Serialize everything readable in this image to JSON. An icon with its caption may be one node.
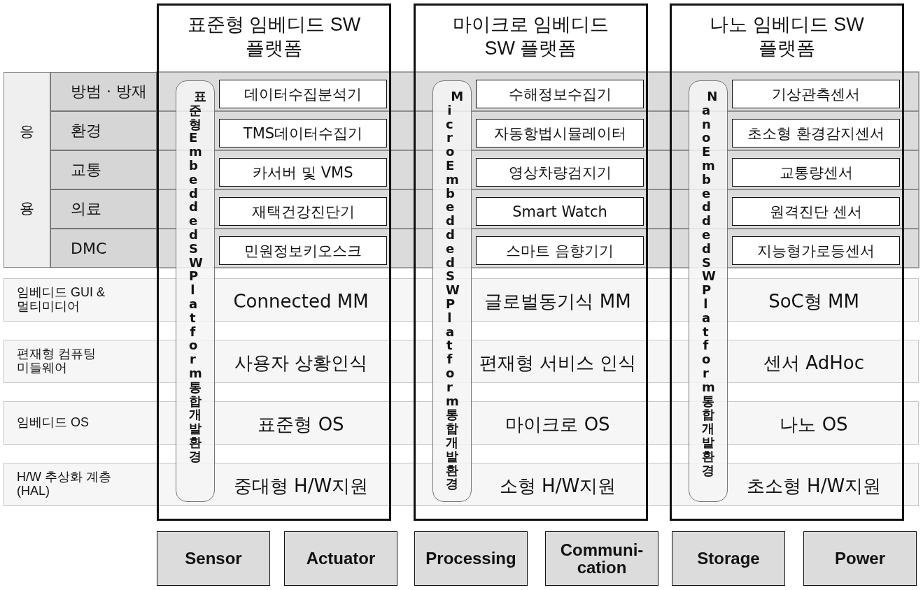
{
  "diagram": {
    "nodes": [
      {
        "text": [
          "표준형 임베디드 SW 플랫폼"
        ]
      },
      {
        "text": [
          "표준형 Embedded SW Platform 통합개발환경"
        ],
        "in": 0
      },
      {
        "text": [
          "데이터수집분석기"
        ],
        "in": 0
      },
      {
        "text": [
          "TMS데이터수집기"
        ],
        "in": 0
      },
      {
        "text": [
          "카서버 및 VMS"
        ],
        "in": 0
      },
      {
        "text": [
          "재택건강진단기"
        ],
        "in": 0
      },
      {
        "text": [
          "민원정보키오스크"
        ],
        "in": 0
      },
      {
        "text": [
          "마이크로 임베디드 SW 플랫폼"
        ]
      },
      {
        "text": [
          "Micro Embedded SW Platform 통합개발환경"
        ],
        "in": 7
      },
      {
        "text": [
          "수해정보수집기"
        ],
        "in": 7
      },
      {
        "text": [
          "자동항법시뮬레이터"
        ],
        "in": 7
      },
      {
        "text": [
          "영상차량검지기"
        ],
        "in": 7
      },
      {
        "text": [
          "Smart Watch"
        ],
        "in": 7
      },
      {
        "text": [
          "스마트 음향기기"
        ],
        "in": 7
      },
      {
        "text": [
          "나노 임베디드 SW 플랫폼"
        ]
      },
      {
        "text": [
          "Nano Embedded SW Platform 통합개발환경"
        ],
        "in": 14
      },
      {
        "text": [
          "기상관측센서"
        ],
        "in": 14
      },
      {
        "text": [
          "초소형 환경감지센서"
        ],
        "in": 14
      },
      {
        "text": [
          "교통량센서"
        ],
        "in": 14
      },
      {
        "text": [
          "원격진단 센서"
        ],
        "in": 14
      },
      {
        "text": [
          "지능형가로등센서"
        ],
        "in": 14
      },
      {
        "text": [
          "응용"
        ]
      },
      {
        "text": [
          "방범 · 방재"
        ]
      },
      {
        "text": [
          "환경"
        ]
      },
      {
        "text": [
          "교통"
        ]
      },
      {
        "text": [
          "의료"
        ]
      },
      {
        "text": [
          "DMC"
        ]
      },
      {
        "text": [
          "임베디드 GUI & 멀티미디어"
        ]
      },
      {
        "text": [
          "편재형 컴퓨팅 미들웨어"
        ]
      },
      {
        "text": [
          "임베디드 OS"
        ]
      },
      {
        "text": [
          "H/W 추상화 계층 (HAL)"
        ]
      },
      {
        "text": [
          "Sensor"
        ]
      },
      {
        "text": [
          "Actuator"
        ]
      },
      {
        "text": [
          "Processing"
        ]
      },
      {
        "text": [
          "Communi-cation"
        ]
      },
      {
        "text": [
          "Storage"
        ]
      },
      {
        "text": [
          "Power"
        ]
      }
    ],
    "labels": [
      "Connected MM",
      "글로벌동기식 MM",
      "SoC형 MM",
      "사용자 상황인식",
      "편재형 서비스 인식",
      "센서 AdHoc",
      "표준형 OS",
      "마이크로 OS",
      "나노 OS",
      "중대형 H/W지원",
      "소형 H/W지원",
      "초소형 H/W지원"
    ]
  }
}
